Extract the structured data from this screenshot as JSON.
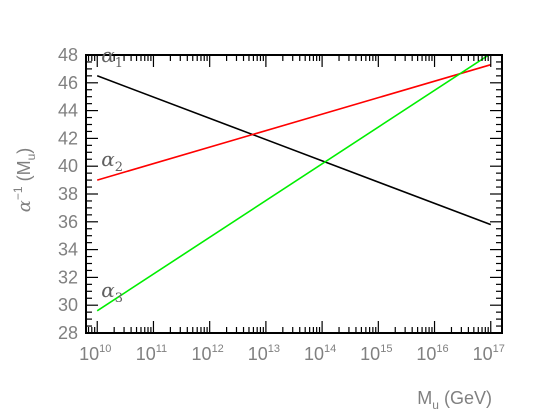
{
  "chart_data": {
    "type": "line",
    "xscale": "log",
    "xlim_exponent": [
      9.8,
      17.2
    ],
    "ylim": [
      28,
      48
    ],
    "xticks": [
      {
        "base": "10",
        "exp": "10",
        "value": 10
      },
      {
        "base": "10",
        "exp": "11",
        "value": 11
      },
      {
        "base": "10",
        "exp": "12",
        "value": 12
      },
      {
        "base": "10",
        "exp": "13",
        "value": 13
      },
      {
        "base": "10",
        "exp": "14",
        "value": 14
      },
      {
        "base": "10",
        "exp": "15",
        "value": 15
      },
      {
        "base": "10",
        "exp": "16",
        "value": 16
      },
      {
        "base": "10",
        "exp": "17",
        "value": 17
      }
    ],
    "yticks": [
      "28",
      "30",
      "32",
      "34",
      "36",
      "38",
      "40",
      "42",
      "44",
      "46",
      "48"
    ],
    "xlabel": {
      "main": "M",
      "sub": "u",
      "rest": " (GeV)"
    },
    "ylabel": {
      "main": "α",
      "sup": "−1",
      "rest": " (M",
      "sub": "u",
      "close": ")"
    },
    "grid": false,
    "series": [
      {
        "name": "α",
        "sub": "1",
        "color": "#000000",
        "x_exponent": [
          10,
          17
        ],
        "y": [
          46.5,
          35.8
        ]
      },
      {
        "name": "α",
        "sub": "2",
        "color": "#ff0000",
        "x_exponent": [
          10,
          17
        ],
        "y": [
          39.0,
          47.3
        ]
      },
      {
        "name": "α",
        "sub": "3",
        "color": "#00ee00",
        "x_exponent": [
          10,
          17
        ],
        "y": [
          29.6,
          48.1
        ]
      }
    ]
  }
}
